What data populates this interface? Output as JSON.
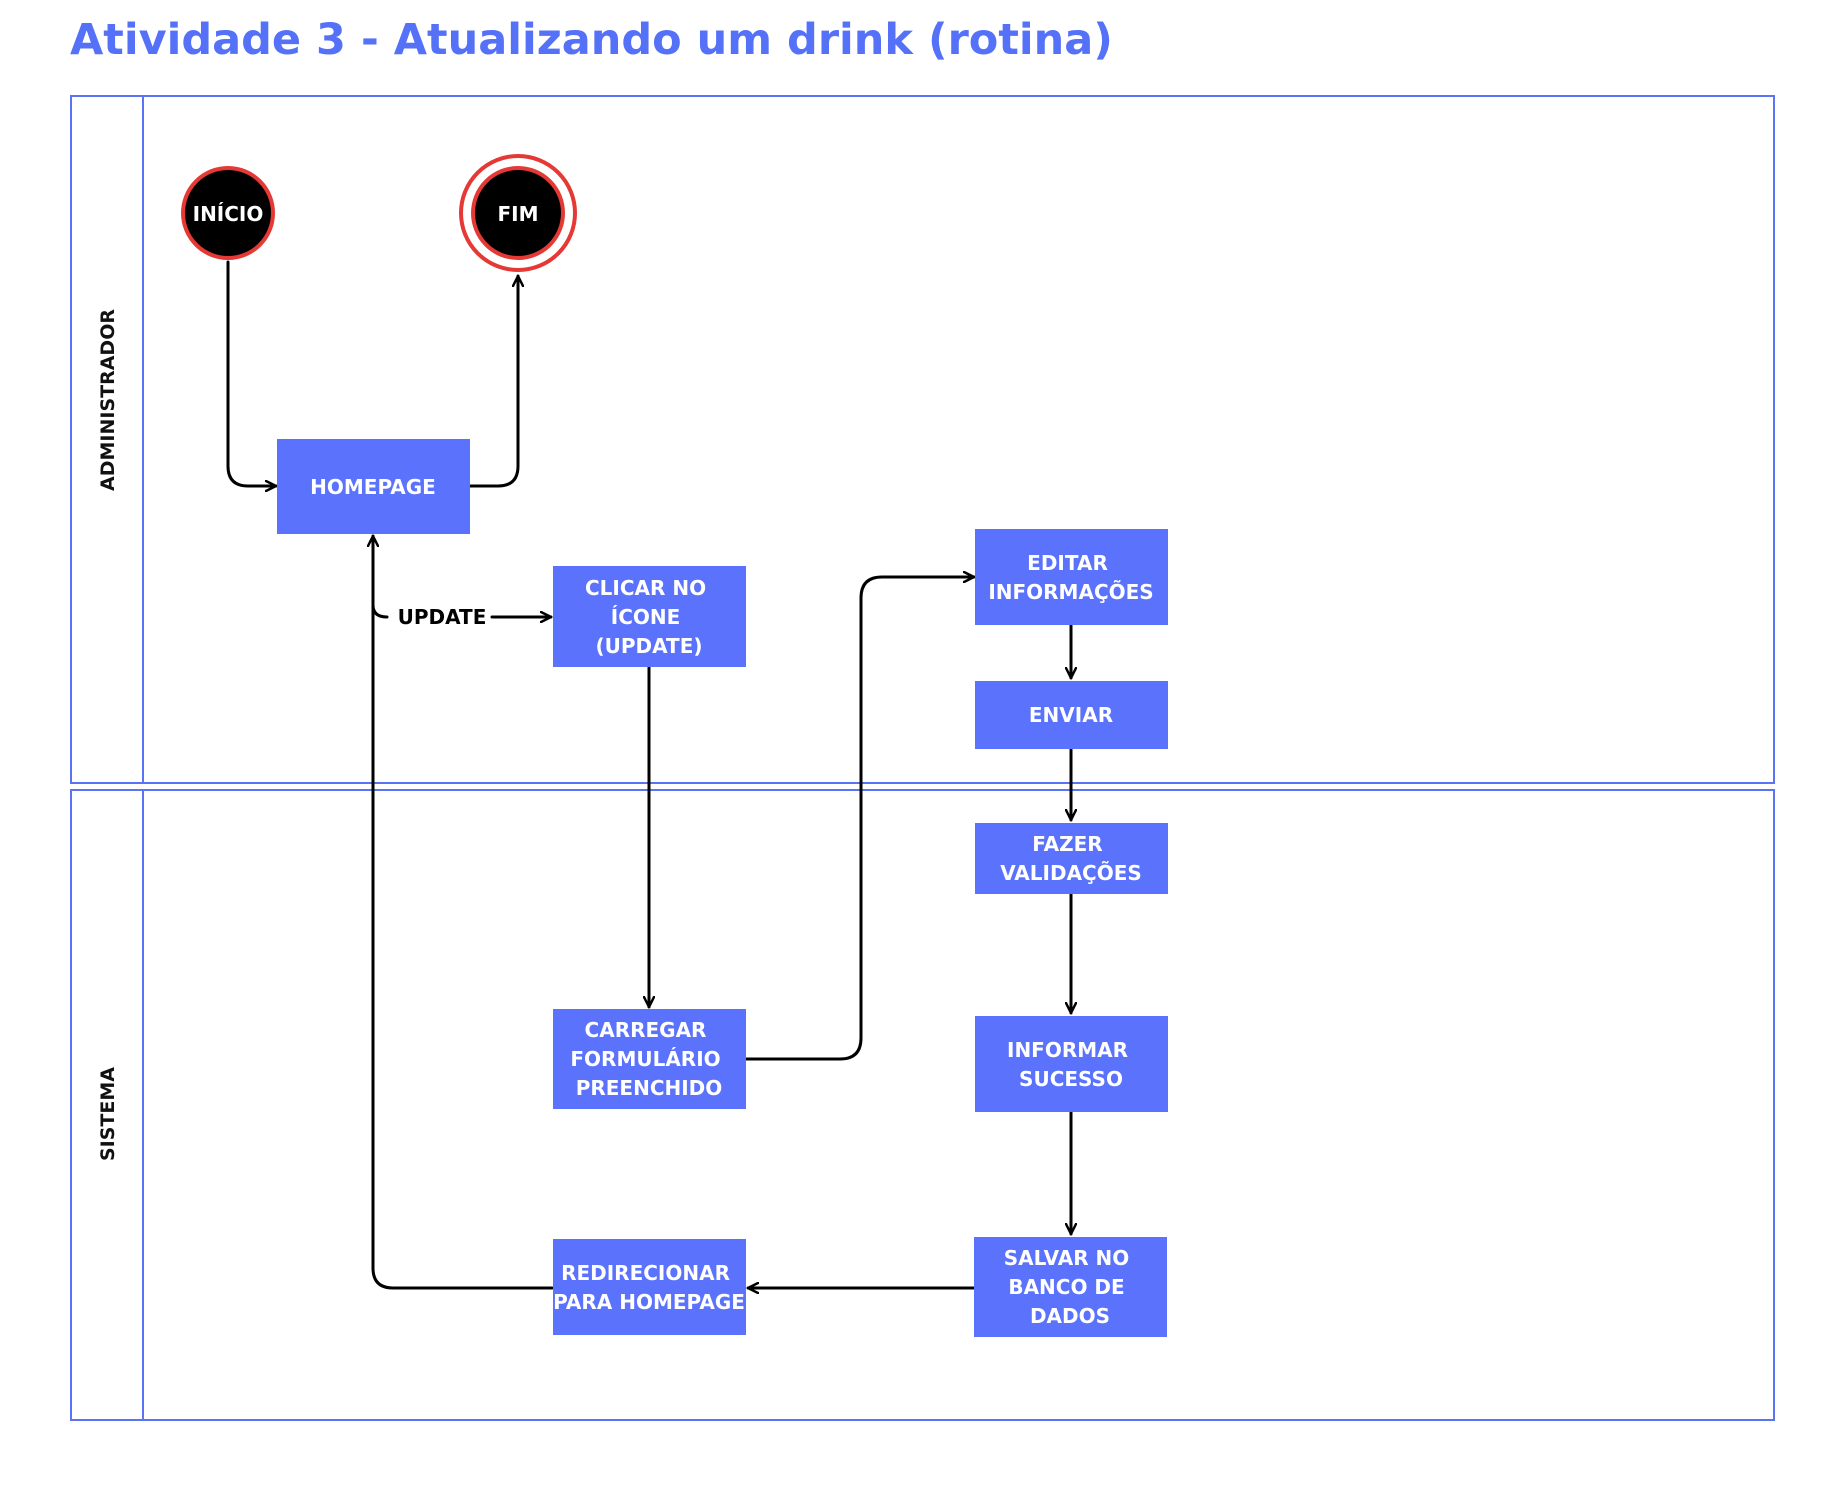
{
  "title": "Atividade 3 - Atualizando um drink (rotina)",
  "colors": {
    "title": "#5471f8",
    "lane_border": "#5a74f5",
    "box_fill": "#5a72fc",
    "box_text": "#ffffff",
    "event_fill": "#000000",
    "event_border": "#e53935",
    "arrow": "#000000"
  },
  "lanes": {
    "admin": "ADMINISTRADOR",
    "sistema": "SISTEMA"
  },
  "nodes": {
    "inicio": [
      "INÍCIO"
    ],
    "fim": [
      "FIM"
    ],
    "homepage": [
      "HOMEPAGE"
    ],
    "clicar": [
      "CLICAR NO",
      "ÍCONE",
      "(UPDATE)"
    ],
    "editar": [
      "EDITAR",
      "INFORMAÇÕES"
    ],
    "enviar": [
      "ENVIAR"
    ],
    "validacoes": [
      "FAZER",
      "VALIDAÇÕES"
    ],
    "carregar": [
      "CARREGAR",
      "FORMULÁRIO",
      "PREENCHIDO"
    ],
    "sucesso": [
      "INFORMAR",
      "SUCESSO"
    ],
    "salvar": [
      "SALVAR NO",
      "BANCO DE",
      "DADOS"
    ],
    "redirecionar": [
      "REDIRECIONAR",
      "PARA HOMEPAGE"
    ]
  },
  "edges": [
    {
      "from": "INÍCIO",
      "to": "HOMEPAGE",
      "label": ""
    },
    {
      "from": "HOMEPAGE",
      "to": "FIM",
      "label": ""
    },
    {
      "from": "HOMEPAGE",
      "to": "CLICAR NO ÍCONE (UPDATE)",
      "label": "UPDATE"
    },
    {
      "from": "CLICAR NO ÍCONE (UPDATE)",
      "to": "CARREGAR FORMULÁRIO PREENCHIDO",
      "label": ""
    },
    {
      "from": "CARREGAR FORMULÁRIO PREENCHIDO",
      "to": "EDITAR INFORMAÇÕES",
      "label": ""
    },
    {
      "from": "EDITAR INFORMAÇÕES",
      "to": "ENVIAR",
      "label": ""
    },
    {
      "from": "ENVIAR",
      "to": "FAZER VALIDAÇÕES",
      "label": ""
    },
    {
      "from": "FAZER VALIDAÇÕES",
      "to": "INFORMAR SUCESSO",
      "label": ""
    },
    {
      "from": "INFORMAR SUCESSO",
      "to": "SALVAR NO BANCO DE DADOS",
      "label": ""
    },
    {
      "from": "SALVAR NO BANCO DE DADOS",
      "to": "REDIRECIONAR PARA HOMEPAGE",
      "label": ""
    },
    {
      "from": "REDIRECIONAR PARA HOMEPAGE",
      "to": "HOMEPAGE",
      "label": ""
    }
  ]
}
